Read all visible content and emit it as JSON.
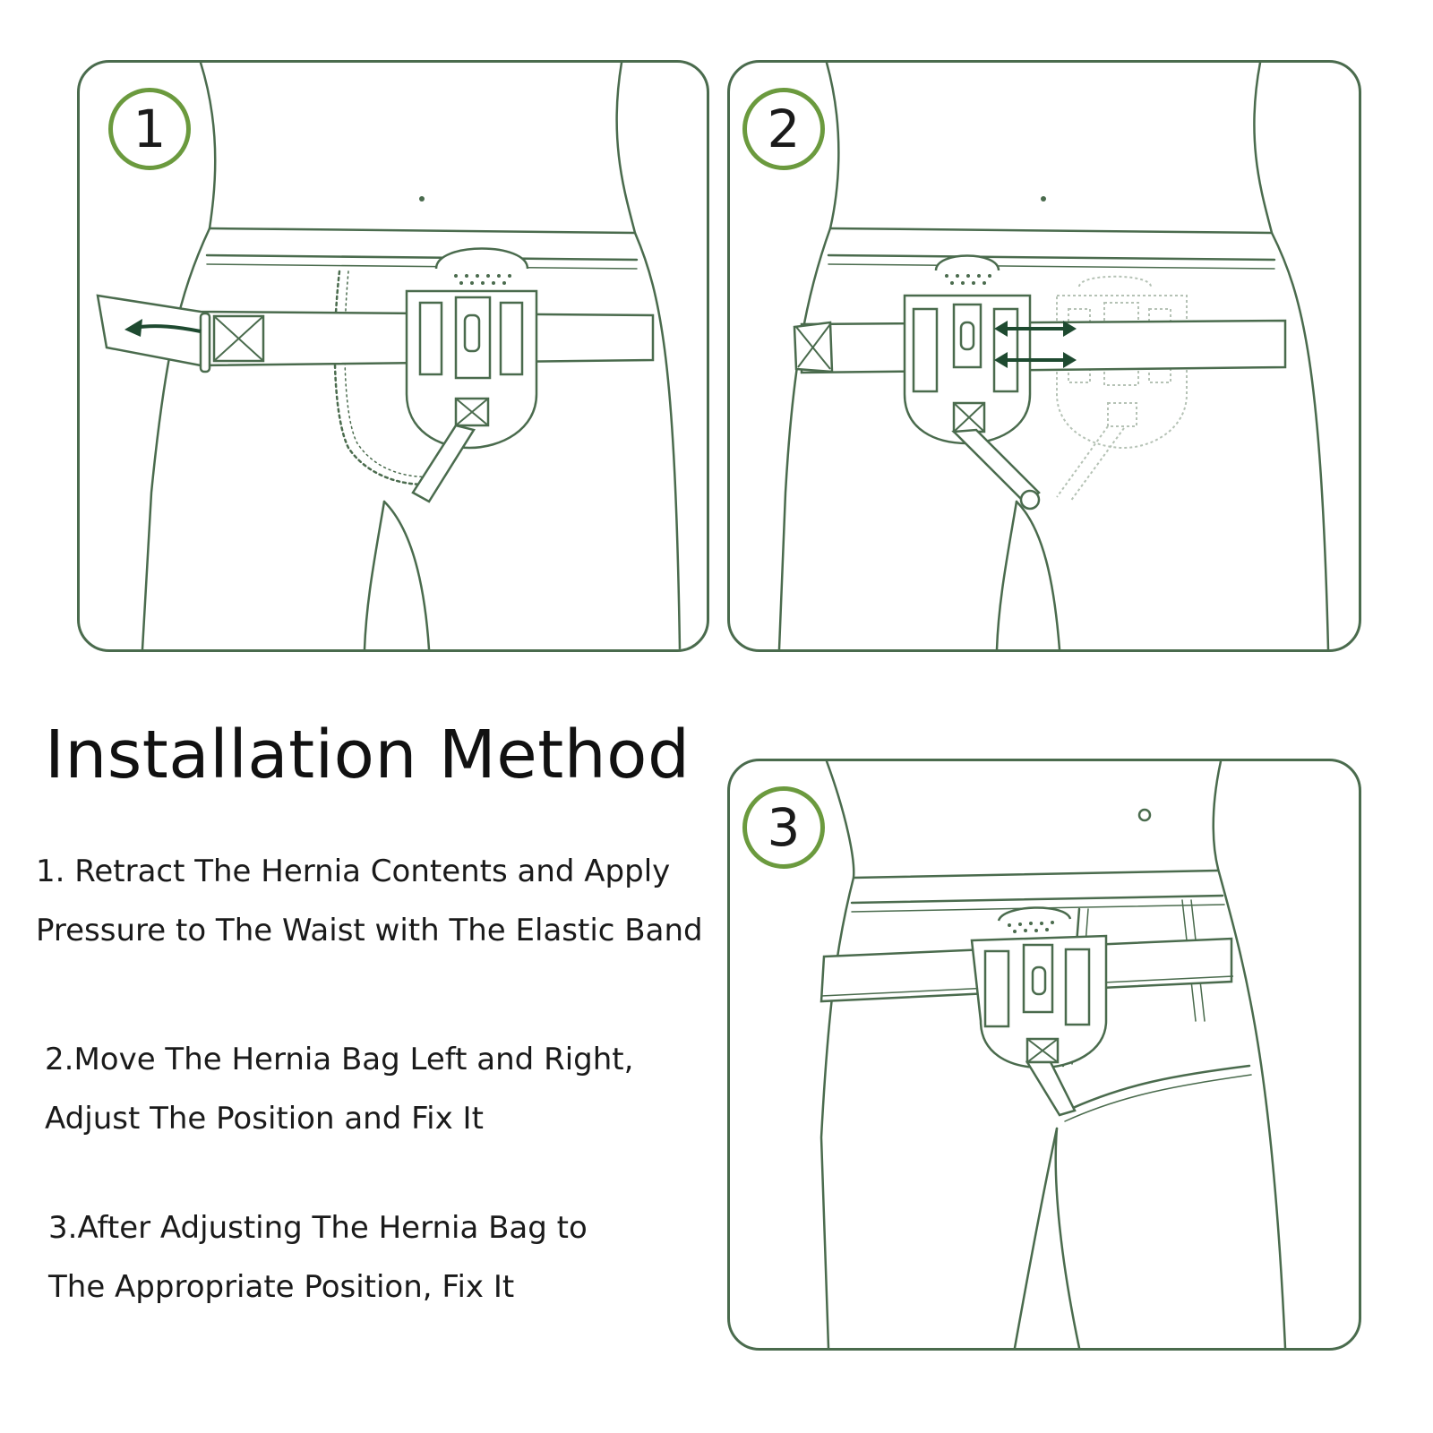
{
  "colors": {
    "frame": "#4a6b4d",
    "badge_ring": "#6b9a3e",
    "arrow": "#1e4a30",
    "text": "#1a1a1a"
  },
  "title": "Installation Method",
  "panels": [
    {
      "number": "1"
    },
    {
      "number": "2"
    },
    {
      "number": "3"
    }
  ],
  "steps": [
    {
      "line1": "1.  Retract The Hernia Contents and Apply",
      "line2": "Pressure to The Waist with The Elastic Band"
    },
    {
      "line1": "2.Move The Hernia Bag Left and Right,",
      "line2": "Adjust The Position and Fix It"
    },
    {
      "line1": "3.After Adjusting The Hernia Bag to",
      "line2": " The Appropriate Position, Fix It"
    }
  ]
}
